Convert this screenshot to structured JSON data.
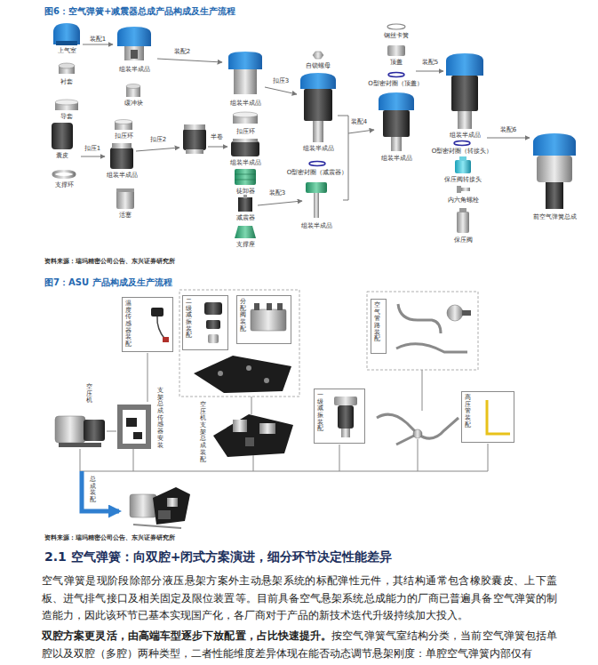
{
  "diagram": {
    "title": "图6：空气弹簧+减震器总成产品构成及生产流程",
    "nodes": [
      {
        "text": [
          "温度传感器装配"
        ]
      },
      {
        "text": [
          "二级减振装配"
        ]
      },
      {
        "text": [
          "分配阀装配"
        ]
      },
      {
        "text": [
          "空气管路装配"
        ]
      },
      {
        "text": [
          "一级减振装配"
        ]
      },
      {
        "text": [
          "高压管装配"
        ]
      }
    ],
    "labels": [
      "装配1",
      "上气室",
      "衬套",
      "组装半成品",
      "缓冲块",
      "装配2",
      "组装半成品",
      "导套",
      "扣压1",
      "扣压环",
      "囊皮",
      "组装半成品",
      "支撑环",
      "活塞",
      "扣压2",
      "半卷",
      "扣压环",
      "组装半成品",
      "徒卸器",
      "减震器",
      "支撑座",
      "扣压3",
      "自锁螺母",
      "组装半成品",
      "O型密封圈（减震器）",
      "装配3",
      "组装半成品",
      "装配4",
      "钢丝卡簧",
      "顶盖",
      "O型密封圈（顶盖）",
      "组装半成品",
      "装配5",
      "组装半成品",
      "O型密封圈（转接头）",
      "保压阀转接头",
      "内六角螺栓",
      "保压阀",
      "装配6",
      "前空气弹簧总成",
      "资料来源：瑞玛精密公司公告、东兴证券研究所",
      "图7：ASU 产品构成及生产流程",
      "空压机",
      "支架总成传感器安装",
      "空压机支架总成装配",
      "总成装配",
      "资料来源：瑞玛精密公司公告、东兴证券研究所",
      "2.1 空气弹簧：向双腔+闭式方案演进，细分环节决定性能差异",
      "空气弹簧是现阶段除部分液压悬架方案外主动悬架系统的标配弹性元件，其结构通常包含橡胶囊皮、上下盖板、进气排气接口及相关固定及限位装置等。目前具备空气悬架系统总成能力的厂商已普遍具备空气弹簧的制造能力，因此该环节已基本实现国产化，各厂商对于产品的新技术迭代升级持续加大投入。",
      "双腔方案更灵活，由高端车型逐步下放配置，占比快速提升。",
      "按空气弹簧气室结构分类，当前空气弹簧包括单腔以及双腔（多腔）两种类型，二者性能维度差异体现在能否动态调节悬架刚度：单腔空气弹簧内部仅有"
    ]
  }
}
